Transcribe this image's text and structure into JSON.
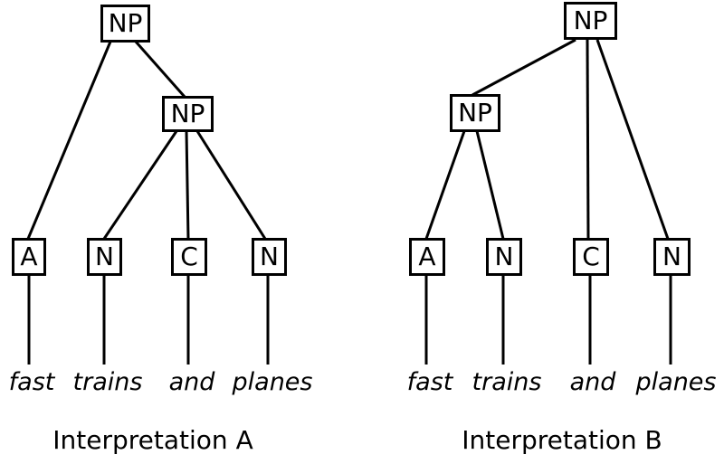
{
  "diagram": {
    "description": "Two constituency parse trees showing the syntactic ambiguity of the phrase 'fast trains and planes'",
    "colors": {
      "background": "#ffffff",
      "line": "#000000",
      "text": "#000000"
    },
    "trees": [
      {
        "caption": "Interpretation A",
        "nodes": [
          {
            "id": "np-root",
            "label": "NP",
            "children": [
              "a",
              "np-inner"
            ]
          },
          {
            "id": "np-inner",
            "label": "NP",
            "children": [
              "n1",
              "c",
              "n2"
            ]
          },
          {
            "id": "a",
            "label": "A",
            "word": "fast"
          },
          {
            "id": "n1",
            "label": "N",
            "word": "trains"
          },
          {
            "id": "c",
            "label": "C",
            "word": "and"
          },
          {
            "id": "n2",
            "label": "N",
            "word": "planes"
          }
        ],
        "words": [
          "fast",
          "trains",
          "and",
          "planes"
        ]
      },
      {
        "caption": "Interpretation B",
        "nodes": [
          {
            "id": "np-root",
            "label": "NP",
            "children": [
              "np-inner",
              "c",
              "n2"
            ]
          },
          {
            "id": "np-inner",
            "label": "NP",
            "children": [
              "a",
              "n1"
            ]
          },
          {
            "id": "a",
            "label": "A",
            "word": "fast"
          },
          {
            "id": "n1",
            "label": "N",
            "word": "trains"
          },
          {
            "id": "c",
            "label": "C",
            "word": "and"
          },
          {
            "id": "n2",
            "label": "N",
            "word": "planes"
          }
        ],
        "words": [
          "fast",
          "trains",
          "and",
          "planes"
        ]
      }
    ]
  }
}
